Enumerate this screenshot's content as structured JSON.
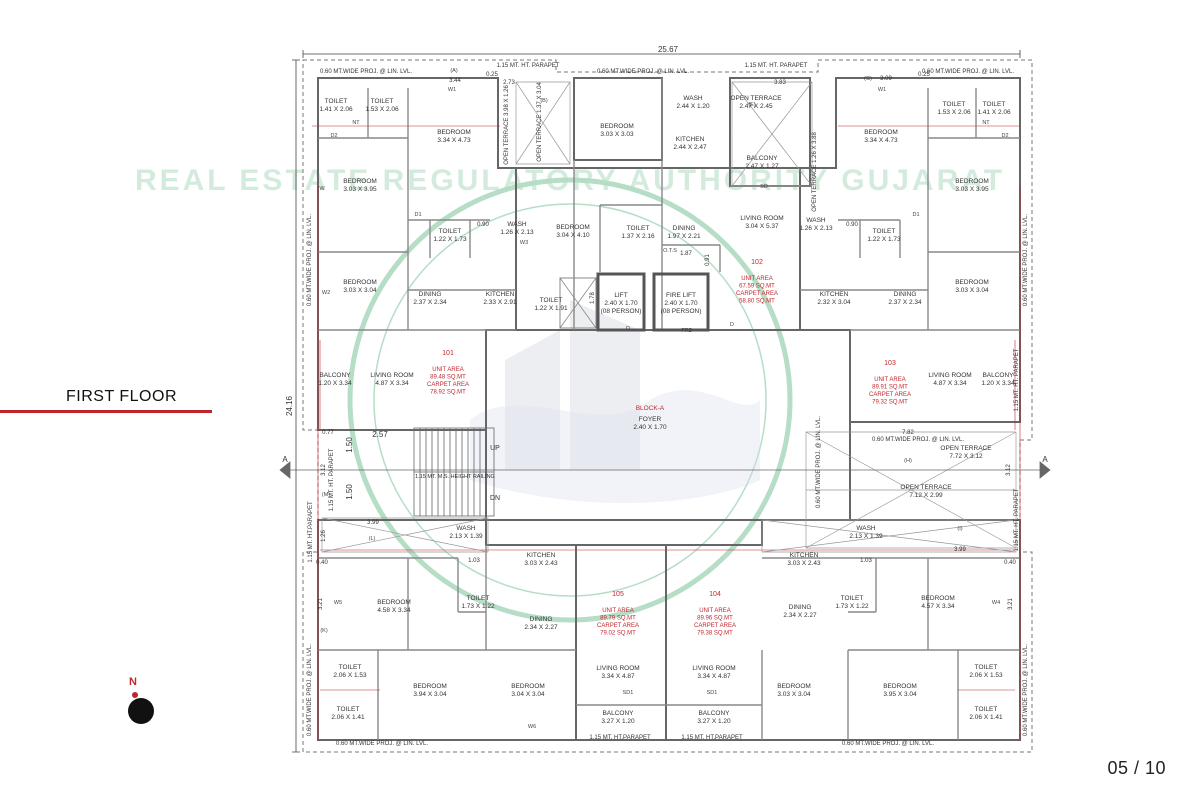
{
  "floor_title": "FIRST FLOOR",
  "page_number": "05 / 10",
  "north_label": "N",
  "overall_width": "25.67",
  "overall_depth": "24.16",
  "section_marker": "A",
  "watermark": "REAL ESTATE REGULATORY AUTHORITY GUJARAT",
  "colors": {
    "wall": "#8a8a8a",
    "line": "#555555",
    "accent": "#c0272d",
    "watermark": "#2e9e5b"
  },
  "block": {
    "name": "BLOCK-A",
    "foyer": "FOYER",
    "foyer_size": "2.40 X 1.70"
  },
  "lifts": [
    {
      "name": "LIFT",
      "size": "2.40 X 1.70",
      "cap": "(08 PERSON)"
    },
    {
      "name": "FIRE LIFT",
      "size": "2.40 X 1.70",
      "cap": "(08 PERSON)"
    }
  ],
  "stair": {
    "up": "UP",
    "dn": "DN",
    "railing": "1.15 MT. M.S. HEIGHT RAILING",
    "w1": "2.57",
    "h1": "1.50",
    "h2": "1.50"
  },
  "units": [
    {
      "no": "101",
      "l1": "UNIT AREA",
      "l2": "89.48 SQ.MT",
      "l3": "CARPET AREA",
      "l4": "78.92 SQ.MT"
    },
    {
      "no": "102",
      "l1": "UNIT AREA",
      "l2": "67.59 SQ.MT",
      "l3": "CARPET AREA",
      "l4": "58.80 SQ.MT"
    },
    {
      "no": "103",
      "l1": "UNIT AREA",
      "l2": "89.91 SQ.MT",
      "l3": "CARPET AREA",
      "l4": "79.32 SQ.MT"
    },
    {
      "no": "104",
      "l1": "UNIT AREA",
      "l2": "89.96 SQ.MT",
      "l3": "CARPET AREA",
      "l4": "79.38 SQ.MT"
    },
    {
      "no": "105",
      "l1": "UNIT AREA",
      "l2": "89.79 SQ.MT",
      "l3": "CARPET AREA",
      "l4": "79.02 SQ.MT"
    }
  ],
  "rooms": [
    {
      "name": "TOILET",
      "size": "1.41 X 2.06"
    },
    {
      "name": "TOILET",
      "size": "1.53 X 2.06"
    },
    {
      "name": "BEDROOM",
      "size": "3.34 X 4.73"
    },
    {
      "name": "BEDROOM",
      "size": "3.03 X 3.95"
    },
    {
      "name": "WASH",
      "size": "1.26 X 2.13"
    },
    {
      "name": "TOILET",
      "size": "1.22 X 1.73"
    },
    {
      "name": "BEDROOM",
      "size": "3.03 X 3.04"
    },
    {
      "name": "DINING",
      "size": "2.37 X 2.34"
    },
    {
      "name": "KITCHEN",
      "size": "2.33 X 2.91"
    },
    {
      "name": "BALCONY",
      "size": "1.20 X 3.34"
    },
    {
      "name": "LIVING ROOM",
      "size": "4.87 X 3.34"
    },
    {
      "name": "OPEN TERRACE",
      "size": "3.98 X 1.26"
    },
    {
      "name": "OPEN TERRACE",
      "size": "1.37 X 3.04"
    },
    {
      "name": "BEDROOM",
      "size": "3.03 X 3.03"
    },
    {
      "name": "WASH",
      "size": "2.44 X 1.20"
    },
    {
      "name": "KITCHEN",
      "size": "2.44 X 2.47"
    },
    {
      "name": "OPEN TERRACE",
      "size": "2.47 X 2.45"
    },
    {
      "name": "BALCONY",
      "size": "2.47 X 1.27"
    },
    {
      "name": "BEDROOM",
      "size": "3.04 X 4.10"
    },
    {
      "name": "TOILET",
      "size": "1.37 X 2.16"
    },
    {
      "name": "DINING",
      "size": "1.97 X 2.21"
    },
    {
      "name": "LIVING ROOM",
      "size": "3.04 X 5.37"
    },
    {
      "name": "TOILET",
      "size": "1.22 X 1.91"
    },
    {
      "name": "OPEN TERRACE",
      "size": "1.26 X 3.88"
    },
    {
      "name": "BEDROOM",
      "size": "3.34 X 4.73"
    },
    {
      "name": "TOILET",
      "size": "1.53 X 2.06"
    },
    {
      "name": "TOILET",
      "size": "1.41 X 2.06"
    },
    {
      "name": "BEDROOM",
      "size": "3.03 X 3.95"
    },
    {
      "name": "WASH",
      "size": "1.26 X 2.13"
    },
    {
      "name": "TOILET",
      "size": "1.22 X 1.73"
    },
    {
      "name": "KITCHEN",
      "size": "2.32 X 3.04"
    },
    {
      "name": "DINING",
      "size": "2.37 X 2.34"
    },
    {
      "name": "BEDROOM",
      "size": "3.03 X 3.04"
    },
    {
      "name": "LIVING ROOM",
      "size": "4.87 X 3.34"
    },
    {
      "name": "BALCONY",
      "size": "1.20 X 3.34"
    },
    {
      "name": "OPEN TERRACE",
      "size": "7.72 X 3.12"
    },
    {
      "name": "OPEN TERRACE",
      "size": "7.12 X 2.99"
    },
    {
      "name": "WASH",
      "size": "2.13 X 1.39"
    },
    {
      "name": "KITCHEN",
      "size": "3.03 X 2.43"
    },
    {
      "name": "BEDROOM",
      "size": "4.58 X 3.34"
    },
    {
      "name": "TOILET",
      "size": "1.73 X 1.22"
    },
    {
      "name": "DINING",
      "size": "2.34 X 2.27"
    },
    {
      "name": "TOILET",
      "size": "2.06 X 1.53"
    },
    {
      "name": "TOILET",
      "size": "2.06 X 1.41"
    },
    {
      "name": "BEDROOM",
      "size": "3.94 X 3.04"
    },
    {
      "name": "BEDROOM",
      "size": "3.04 X 3.04"
    },
    {
      "name": "LIVING ROOM",
      "size": "3.34 X 4.87"
    },
    {
      "name": "BALCONY",
      "size": "3.27 X 1.20"
    },
    {
      "name": "LIVING ROOM",
      "size": "3.34 X 4.87"
    },
    {
      "name": "BALCONY",
      "size": "3.27 X 1.20"
    },
    {
      "name": "WASH",
      "size": "2.13 X 1.39"
    },
    {
      "name": "KITCHEN",
      "size": "3.03 X 2.43"
    },
    {
      "name": "DINING",
      "size": "2.34 X 2.27"
    },
    {
      "name": "TOILET",
      "size": "1.73 X 1.22"
    },
    {
      "name": "BEDROOM",
      "size": "4.57 X 3.34"
    },
    {
      "name": "BEDROOM",
      "size": "3.03 X 3.04"
    },
    {
      "name": "BEDROOM",
      "size": "3.95 X 3.04"
    },
    {
      "name": "TOILET",
      "size": "2.06 X 1.53"
    },
    {
      "name": "TOILET",
      "size": "2.06 X 1.41"
    }
  ],
  "notes": [
    "0.60 MT.WIDE PROJ. @ LIN. LVL.",
    "0.60 MT.WIDE PROJ. @ LIN. LVL.",
    "0.60 MT.WIDE PROJ. @ LIN. LVL.",
    "1.15 MT. HT. PARAPET",
    "1.15 MT. HT. PARAPET",
    "0.60 MT.WIDE PROJ. @ LIN. LVL.",
    "0.60 MT.WIDE PROJ. @ LIN. LVL.",
    "0.60 MT.WIDE PROJ. @ LIN. LVL.",
    "0.60 MT.WIDE PROJ. @ LIN. LVL.",
    "1.15 MT. HT.PARAPET",
    "1.15 MT. HT.PARAPET",
    "0.60 MT.WIDE PROJ. @ LIN. LVL.",
    "0.60 MT.WIDE PROJ. @ LIN. LVL.",
    "1.15 MT. HT.PARAPET",
    "1.15 MT. HT. PARAPET",
    "0.60 MT.WIDE PROJ. @ LIN. LVL.",
    "1.15 MT. HT. PARAPET",
    "1.15 MT. HT. PARAPET",
    "0.60 MT.WIDE PROJ. @ LIN. LVL."
  ],
  "dims": [
    "2.73",
    "3.83",
    "3.09",
    "3.44",
    "7.82",
    "0.77",
    "3.99",
    "3.99",
    "0.40",
    "0.40",
    "0.25",
    "0.25",
    "1.87",
    "0.91",
    "0.90",
    "0.90",
    "1.78",
    "1.03",
    "1.03",
    "3.21",
    "3.21",
    "1.26",
    "3.12",
    "3.12"
  ],
  "tags": [
    "W",
    "W1",
    "W2",
    "W3",
    "W4",
    "W5",
    "W6",
    "D",
    "D1",
    "D2",
    "NT",
    "SD",
    "SD1",
    "O.T.S",
    "FRD",
    "(A)",
    "(B)",
    "(E)",
    "(G)",
    "(H)",
    "(I)",
    "(L)",
    "(M)",
    "(K)",
    "W1",
    "D",
    "D1",
    "D2",
    "NT",
    "SD1"
  ]
}
